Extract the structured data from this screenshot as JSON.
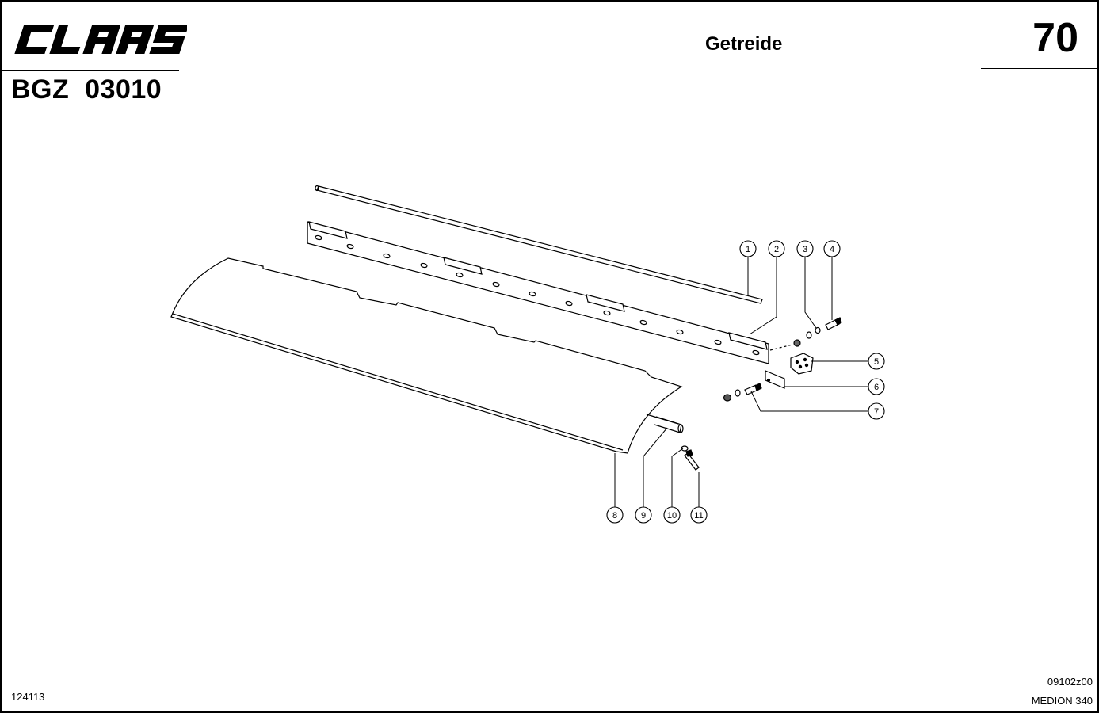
{
  "brand": {
    "logo_text": "CLAAS"
  },
  "header": {
    "doc_code": "BGZ  03010",
    "category": "Getreide",
    "group_number": "70"
  },
  "diagram": {
    "callouts": [
      "1",
      "2",
      "3",
      "4",
      "5",
      "6",
      "7",
      "8",
      "9",
      "10",
      "11"
    ]
  },
  "footer": {
    "left_code": "124113",
    "drawing_code": "09102z00",
    "model": "MEDION 340"
  }
}
